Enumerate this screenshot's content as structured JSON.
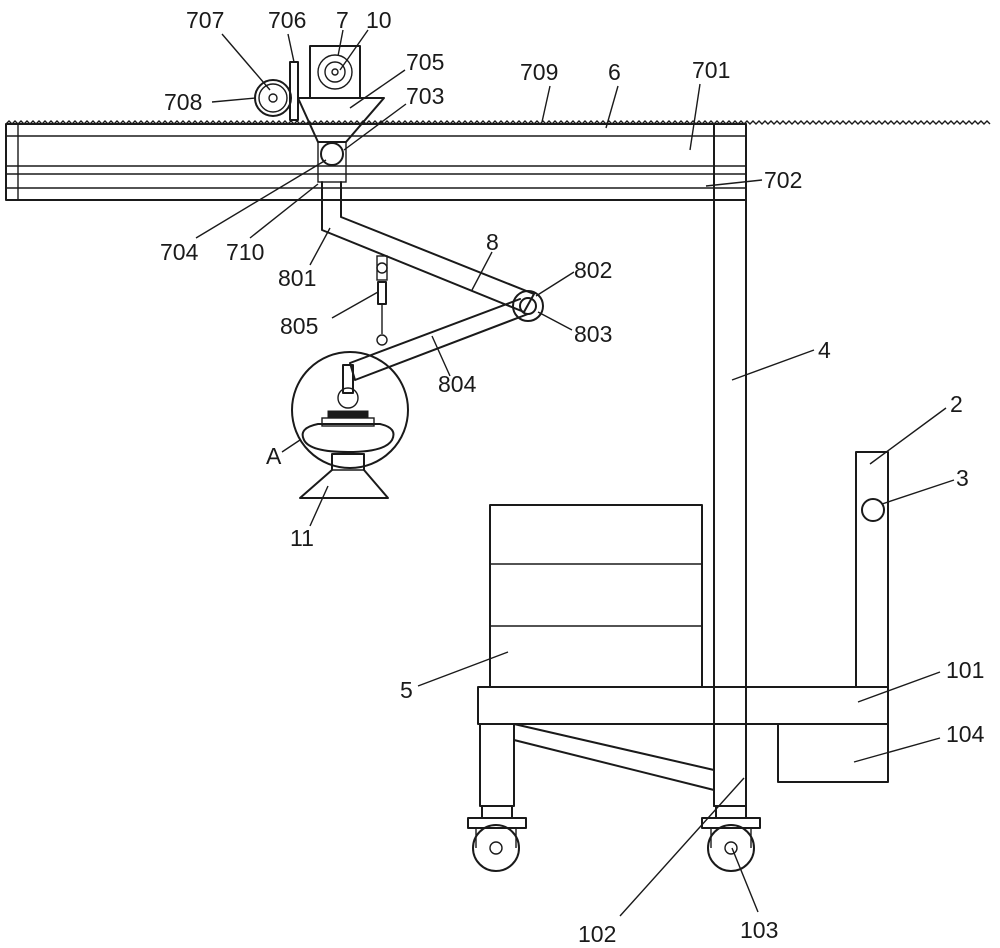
{
  "labels": {
    "l707": "707",
    "l706": "706",
    "l7": "7",
    "l10": "10",
    "l705": "705",
    "l709": "709",
    "l6": "6",
    "l701": "701",
    "l708": "708",
    "l703": "703",
    "l702": "702",
    "l704": "704",
    "l710": "710",
    "l801": "801",
    "l8": "8",
    "l802": "802",
    "l805": "805",
    "l803": "803",
    "l804": "804",
    "l4": "4",
    "lA": "A",
    "l2": "2",
    "l3": "3",
    "l11": "11",
    "l5": "5",
    "l101": "101",
    "l104": "104",
    "l102": "102",
    "l103": "103"
  }
}
